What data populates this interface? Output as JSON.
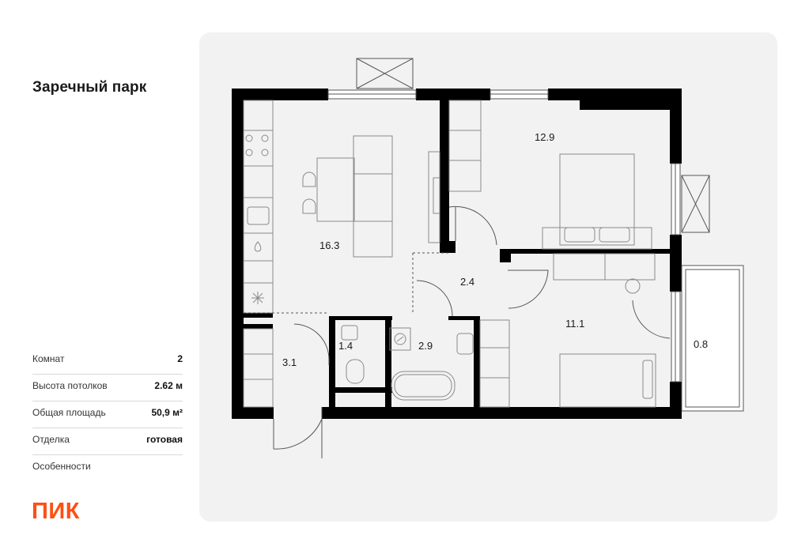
{
  "project": {
    "title": "Заречный парк"
  },
  "specs": [
    {
      "label": "Комнат",
      "value": "2"
    },
    {
      "label": "Высота потолков",
      "value": "2.62 м"
    },
    {
      "label": "Общая площадь",
      "value": "50,9 м²"
    },
    {
      "label": "Отделка",
      "value": "готовая"
    },
    {
      "label": "Особенности",
      "value": ""
    }
  ],
  "brand": {
    "logo_text": "ПИК",
    "color": "#ff4f12"
  },
  "colors": {
    "wall": "#000000",
    "plan_background": "#f3f2f2",
    "furniture_line": "#8a8a8a"
  },
  "rooms": [
    {
      "id": "kitchen-living",
      "area": "16.3"
    },
    {
      "id": "bedroom-1",
      "area": "12.9"
    },
    {
      "id": "hall",
      "area": "2.4"
    },
    {
      "id": "bedroom-2",
      "area": "11.1"
    },
    {
      "id": "balcony",
      "area": "0.8"
    },
    {
      "id": "entrance",
      "area": "3.1"
    },
    {
      "id": "wc",
      "area": "1.4"
    },
    {
      "id": "bathroom",
      "area": "2.9"
    }
  ]
}
